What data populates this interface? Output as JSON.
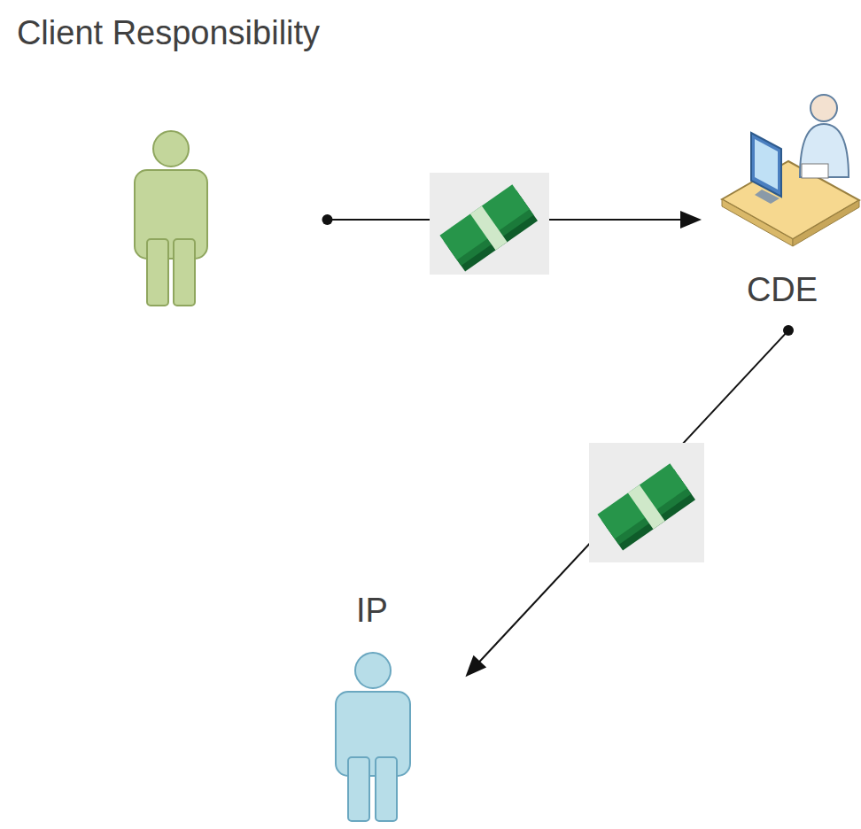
{
  "diagram": {
    "nodes": [
      {
        "text": [
          "Client Responsibility"
        ]
      },
      {
        "text": [
          "CDE"
        ]
      },
      {
        "text": [
          "IP"
        ]
      }
    ],
    "edges": [
      {
        "from": 0,
        "to": 1,
        "arrow": "to"
      },
      {
        "from": 1,
        "to": 2,
        "arrow": "to"
      }
    ]
  }
}
